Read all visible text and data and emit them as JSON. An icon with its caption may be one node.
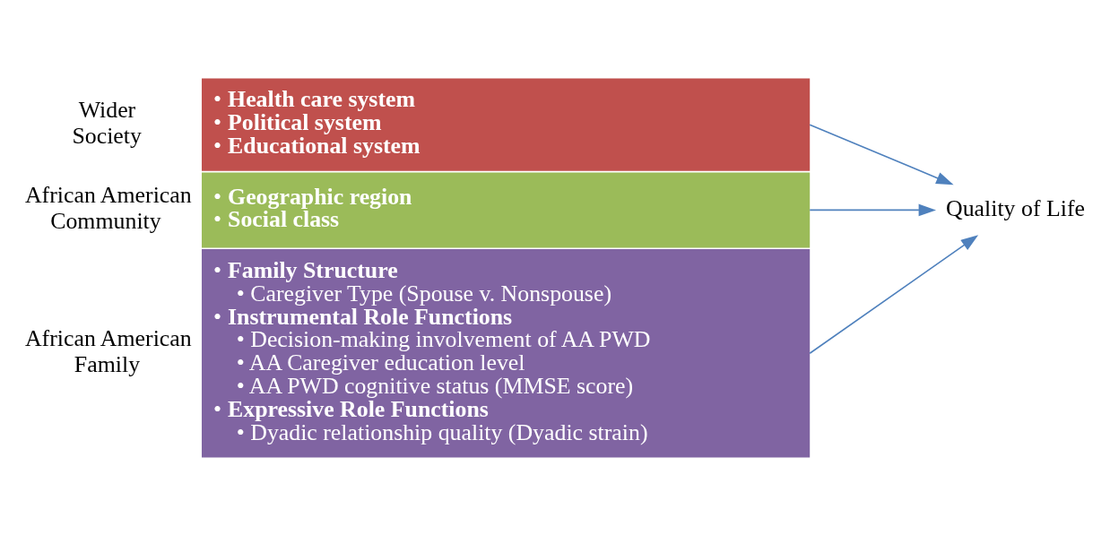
{
  "diagram": {
    "nodes": [
      {
        "text": [
          "• **Health care system**",
          "• **Political system**",
          "• **Educational system**"
        ],
        "beside": [
          "Wider Society"
        ]
      },
      {
        "text": [
          "• **Geographic region**",
          "• **Social class**"
        ],
        "beside": [
          "African American Community"
        ]
      },
      {
        "text": [
          "• **Family Structure**",
          "• Caregiver Type (Spouse v. Nonspouse)",
          "• **Instrumental Role Functions**",
          "• Decision-making involvement of AA PWD",
          "• AA Caregiver education level",
          "• AA PWD cognitive status (MMSE score)",
          "• **Expressive Role Functions**",
          "• Dyadic relationship quality (Dyadic strain)"
        ],
        "beside": [
          "African American Family"
        ]
      },
      {
        "text": [
          "Quality of Life"
        ]
      }
    ],
    "edges": [
      {
        "from": 0,
        "to": 3,
        "arrow": "to"
      },
      {
        "from": 1,
        "to": 3,
        "arrow": "to"
      },
      {
        "from": 2,
        "to": 3,
        "arrow": "to"
      }
    ]
  }
}
